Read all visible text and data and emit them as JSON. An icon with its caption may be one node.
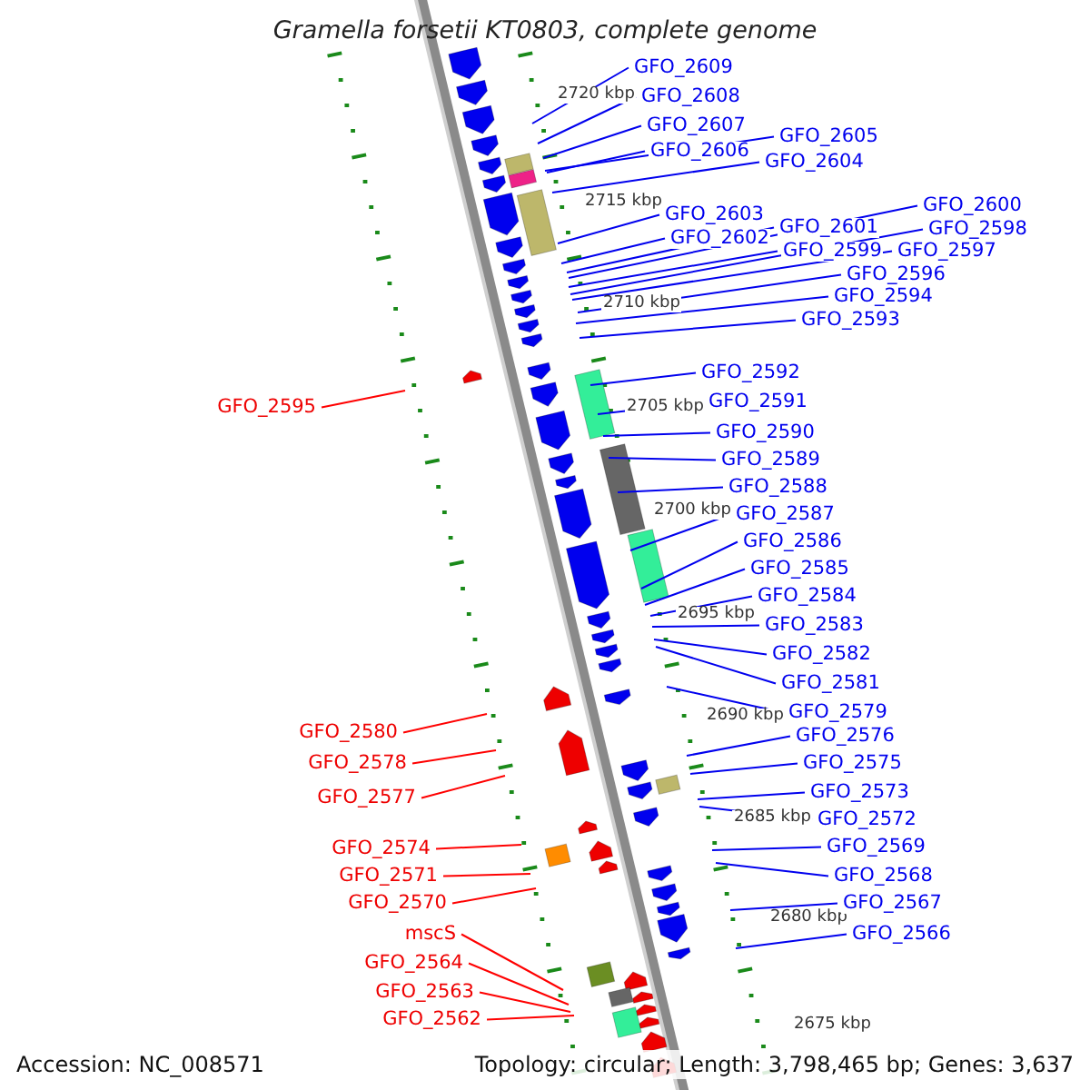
{
  "diagram": {
    "title": "Gramella forsetii KT0803, complete genome",
    "nodes": [
      {
        "text": [
          "GFO_2609"
        ]
      },
      {
        "text": [
          "GFO_2608"
        ]
      },
      {
        "text": [
          "GFO_2607"
        ]
      },
      {
        "text": [
          "GFO_2606"
        ]
      },
      {
        "text": [
          "GFO_2605"
        ]
      },
      {
        "text": [
          "GFO_2604"
        ]
      },
      {
        "text": [
          "GFO_2603"
        ]
      },
      {
        "text": [
          "GFO_2602"
        ]
      },
      {
        "text": [
          "GFO_2601"
        ]
      },
      {
        "text": [
          "GFO_2600"
        ]
      },
      {
        "text": [
          "GFO_2599"
        ]
      },
      {
        "text": [
          "GFO_2598"
        ]
      },
      {
        "text": [
          "GFO_2597"
        ]
      },
      {
        "text": [
          "GFO_2596"
        ]
      },
      {
        "text": [
          "GFO_2594"
        ]
      },
      {
        "text": [
          "GFO_2593"
        ]
      },
      {
        "text": [
          "GFO_2592"
        ]
      },
      {
        "text": [
          "GFO_2591"
        ]
      },
      {
        "text": [
          "GFO_2590"
        ]
      },
      {
        "text": [
          "GFO_2589"
        ]
      },
      {
        "text": [
          "GFO_2588"
        ]
      },
      {
        "text": [
          "GFO_2587"
        ]
      },
      {
        "text": [
          "GFO_2586"
        ]
      },
      {
        "text": [
          "GFO_2585"
        ]
      },
      {
        "text": [
          "GFO_2584"
        ]
      },
      {
        "text": [
          "GFO_2583"
        ]
      },
      {
        "text": [
          "GFO_2582"
        ]
      },
      {
        "text": [
          "GFO_2581"
        ]
      },
      {
        "text": [
          "GFO_2579"
        ]
      },
      {
        "text": [
          "GFO_2576"
        ]
      },
      {
        "text": [
          "GFO_2575"
        ]
      },
      {
        "text": [
          "GFO_2573"
        ]
      },
      {
        "text": [
          "GFO_2572"
        ]
      },
      {
        "text": [
          "GFO_2569"
        ]
      },
      {
        "text": [
          "GFO_2568"
        ]
      },
      {
        "text": [
          "GFO_2567"
        ]
      },
      {
        "text": [
          "GFO_2566"
        ]
      },
      {
        "text": [
          "GFO_2595"
        ]
      },
      {
        "text": [
          "GFO_2580"
        ]
      },
      {
        "text": [
          "GFO_2578"
        ]
      },
      {
        "text": [
          "GFO_2577"
        ]
      },
      {
        "text": [
          "GFO_2574"
        ]
      },
      {
        "text": [
          "GFO_2571"
        ]
      },
      {
        "text": [
          "GFO_2570"
        ]
      },
      {
        "text": [
          "mscS"
        ]
      },
      {
        "text": [
          "GFO_2564"
        ]
      },
      {
        "text": [
          "GFO_2563"
        ]
      },
      {
        "text": [
          "GFO_2562"
        ]
      }
    ],
    "edges": [
      {
        "from": 0,
        "to": null,
        "arrow": "none"
      },
      {
        "from": 1,
        "to": null,
        "arrow": "none"
      },
      {
        "from": 2,
        "to": null,
        "arrow": "none"
      },
      {
        "from": 3,
        "to": null,
        "arrow": "none"
      },
      {
        "from": 4,
        "to": null,
        "arrow": "none"
      },
      {
        "from": 5,
        "to": null,
        "arrow": "none"
      },
      {
        "from": 6,
        "to": null,
        "arrow": "none"
      },
      {
        "from": 7,
        "to": null,
        "arrow": "none"
      },
      {
        "from": 8,
        "to": null,
        "arrow": "none"
      },
      {
        "from": 9,
        "to": null,
        "arrow": "none"
      },
      {
        "from": 10,
        "to": null,
        "arrow": "none"
      },
      {
        "from": 11,
        "to": null,
        "arrow": "none"
      },
      {
        "from": 12,
        "to": null,
        "arrow": "none"
      },
      {
        "from": 13,
        "to": null,
        "arrow": "none"
      },
      {
        "from": 14,
        "to": null,
        "arrow": "none"
      },
      {
        "from": 15,
        "to": null,
        "arrow": "none"
      },
      {
        "from": 16,
        "to": null,
        "arrow": "none"
      },
      {
        "from": 17,
        "to": null,
        "arrow": "none"
      },
      {
        "from": 18,
        "to": null,
        "arrow": "none"
      },
      {
        "from": 19,
        "to": null,
        "arrow": "none"
      },
      {
        "from": 20,
        "to": null,
        "arrow": "none"
      },
      {
        "from": 21,
        "to": null,
        "arrow": "none"
      },
      {
        "from": 22,
        "to": null,
        "arrow": "none"
      },
      {
        "from": 23,
        "to": null,
        "arrow": "none"
      },
      {
        "from": 24,
        "to": null,
        "arrow": "none"
      },
      {
        "from": 25,
        "to": null,
        "arrow": "none"
      },
      {
        "from": 26,
        "to": null,
        "arrow": "none"
      },
      {
        "from": 27,
        "to": null,
        "arrow": "none"
      },
      {
        "from": 28,
        "to": null,
        "arrow": "none"
      },
      {
        "from": 29,
        "to": null,
        "arrow": "none"
      },
      {
        "from": 30,
        "to": null,
        "arrow": "none"
      },
      {
        "from": 31,
        "to": null,
        "arrow": "none"
      },
      {
        "from": 32,
        "to": null,
        "arrow": "none"
      },
      {
        "from": 33,
        "to": null,
        "arrow": "none"
      },
      {
        "from": 34,
        "to": null,
        "arrow": "none"
      },
      {
        "from": 35,
        "to": null,
        "arrow": "none"
      },
      {
        "from": 36,
        "to": null,
        "arrow": "none"
      },
      {
        "from": 37,
        "to": null,
        "arrow": "none",
        "color": "#ff0000"
      },
      {
        "from": 38,
        "to": null,
        "arrow": "none",
        "color": "#ff0000"
      },
      {
        "from": 39,
        "to": null,
        "arrow": "none",
        "color": "#ff0000"
      },
      {
        "from": 40,
        "to": null,
        "arrow": "none",
        "color": "#ff0000"
      },
      {
        "from": 41,
        "to": null,
        "arrow": "none",
        "color": "#ff0000"
      },
      {
        "from": 42,
        "to": null,
        "arrow": "none",
        "color": "#ff0000"
      },
      {
        "from": 43,
        "to": null,
        "arrow": "none",
        "color": "#ff0000"
      },
      {
        "from": 44,
        "to": null,
        "arrow": "none",
        "color": "#ff0000"
      },
      {
        "from": 45,
        "to": null,
        "arrow": "none",
        "color": "#ff0000"
      },
      {
        "from": 46,
        "to": null,
        "arrow": "none",
        "color": "#ff0000"
      },
      {
        "from": 47,
        "to": null,
        "arrow": "none",
        "color": "#ff0000"
      }
    ],
    "labels": [
      "2720 kbp",
      "2715 kbp",
      "2710 kbp",
      "2705 kbp",
      "2700 kbp",
      "2695 kbp",
      "2690 kbp",
      "2685 kbp",
      "2680 kbp",
      "2675 kbp",
      "Accession: NC_008571",
      "Topology: circular; Length: 3,798,465 bp; Genes: 3,637"
    ]
  }
}
